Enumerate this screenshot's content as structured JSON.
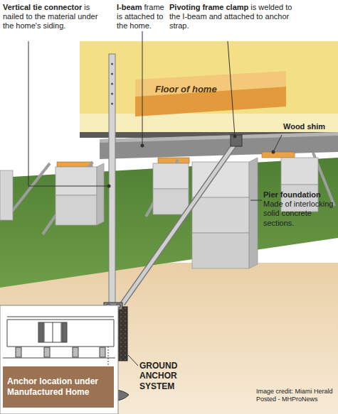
{
  "diagram": {
    "nodes": [
      {
        "text": [
          "Anchor location under Manufactured Home"
        ]
      }
    ],
    "labels": [
      "Vertical tie connector",
      "is nailed to the material under the home's siding.",
      "I-beam",
      "frame is attached to the home.",
      "Pivoting frame clamp",
      "is welded to the I-beam and attached to anchor strap.",
      "Floor of home",
      "Wood shim",
      "Pier foundation",
      "Made of interlocking solid concrete sections.",
      "GROUND ANCHOR SYSTEM",
      "Image credit: Miami Herald",
      "Posted - MHProNews"
    ]
  }
}
